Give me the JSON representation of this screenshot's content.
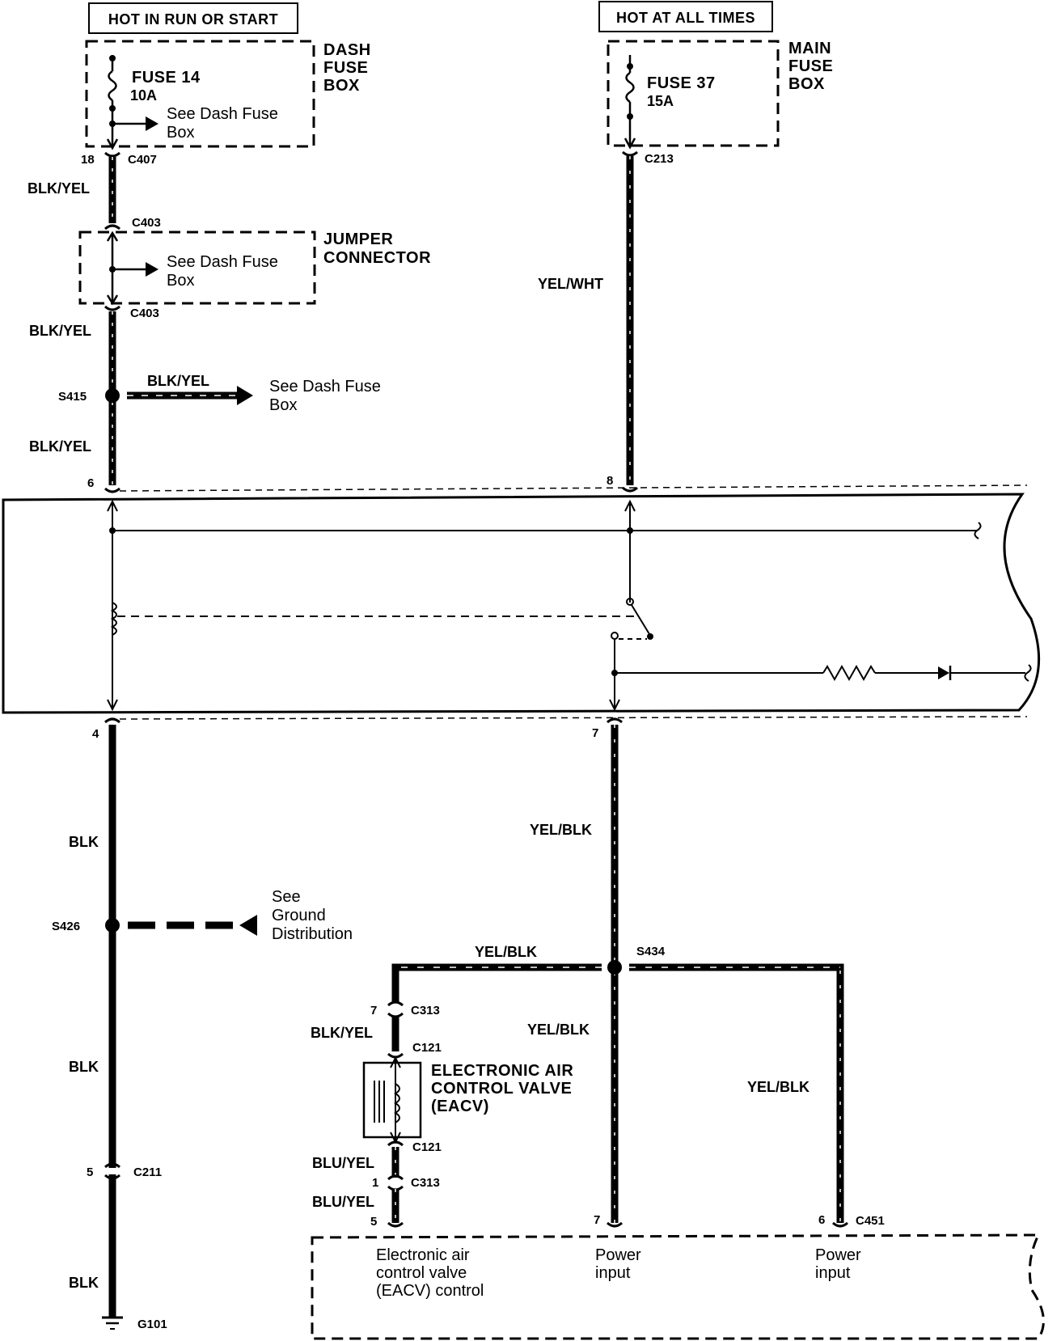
{
  "labels": {
    "hot_run_start": "HOT IN RUN OR START",
    "hot_all_times": "HOT AT ALL TIMES",
    "dash_fuse_box": [
      "DASH",
      "FUSE",
      "BOX"
    ],
    "main_fuse_box": [
      "MAIN",
      "FUSE",
      "BOX"
    ],
    "fuse14_name": "FUSE 14",
    "fuse14_rating": "10A",
    "fuse37_name": "FUSE 37",
    "fuse37_rating": "15A",
    "see_dash_fuse": [
      "See Dash Fuse",
      "Box"
    ],
    "jumper_connector": [
      "JUMPER",
      "CONNECTOR"
    ],
    "see_ground": [
      "See",
      "Ground",
      "Distribution"
    ],
    "eacv_name": [
      "ELECTRONIC AIR",
      "CONTROL VALVE",
      "(EACV)"
    ],
    "pcm_pin5": [
      "Electronic air",
      "control valve",
      "(EACV)  control"
    ],
    "pcm_pin7": [
      "Power",
      "input"
    ],
    "pcm_pin6": [
      "Power",
      "input"
    ]
  },
  "wires": {
    "blk_yel": "BLK/YEL",
    "yel_wht": "YEL/WHT",
    "blk": "BLK",
    "yel_blk": "YEL/BLK",
    "blu_yel": "BLU/YEL"
  },
  "connectors": {
    "c407": "C407",
    "c403": "C403",
    "c213": "C213",
    "c211": "C211",
    "c313": "C313",
    "c121": "C121",
    "c451": "C451",
    "g101": "G101"
  },
  "splices": {
    "s415": "S415",
    "s426": "S426",
    "s434": "S434"
  },
  "pins": {
    "p18": "18",
    "p6": "6",
    "p8": "8",
    "p4": "4",
    "p7": "7",
    "p5": "5",
    "p1": "1"
  }
}
